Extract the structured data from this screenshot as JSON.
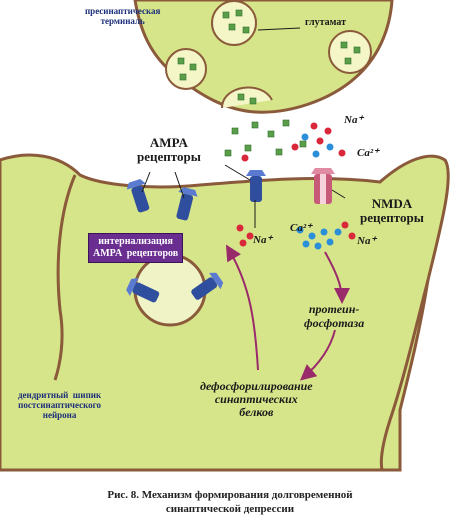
{
  "labels": {
    "presynaptic_terminal": "пресинаптическая\nтерминаль",
    "glutamate": "глутамат",
    "na_top": "Na⁺",
    "ca_top": "Ca²⁺",
    "ampa_receptors": "AMPA\nрецепторы",
    "nmda_receptors": "NMDA\nрецепторы",
    "internalization": "интернализация\nAMPA  рецепторов",
    "na_mid_left": "Na⁺",
    "ca_mid": "Ca²⁺",
    "na_mid_right": "Na⁺",
    "protein_phosphatase": "протеин-\nфосфотаза",
    "dephosphorylation": "дефосфорилирование\nсинаптических\nбелков",
    "dendritic_spine": "дендритный  шипик\nпостсинаптического\nнейрона"
  },
  "caption": {
    "line1": "Рис. 8. Механизм формирования долговременной",
    "line2": "синаптической депрессии"
  },
  "colors": {
    "cytoplasm": "#cfe07a",
    "membrane": "#8a5a3a",
    "vesicle_fill": "#f4f6c8",
    "glutamate": "#5a9e4a",
    "sodium": "#d8283a",
    "calcium": "#2a8fd8",
    "receptor_ampa": "#2f4f9e",
    "receptor_nmda": "#c65a78",
    "arrow": "#9a2b6b",
    "box": "#6a2d90"
  }
}
